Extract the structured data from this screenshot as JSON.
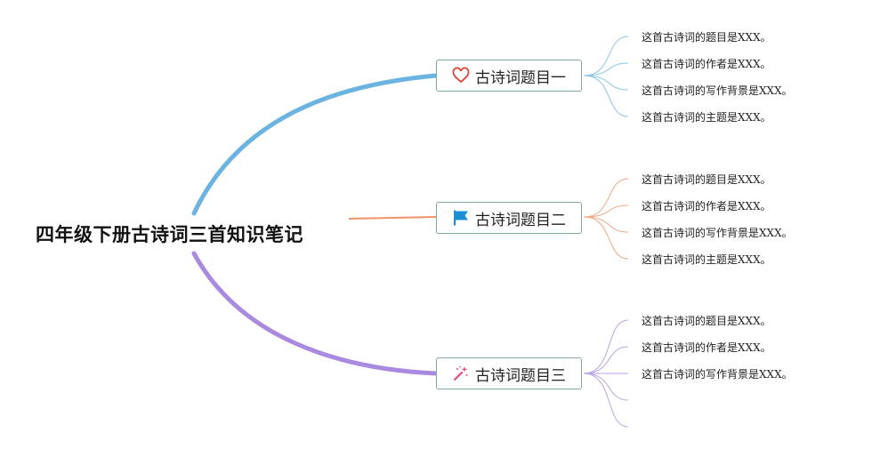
{
  "root": {
    "title": "四年级下册古诗词三首知识笔记"
  },
  "branches": [
    {
      "label": "古诗词题目一",
      "icon": "heart-icon",
      "color": "#6bb3e0",
      "leaves": [
        "这首古诗词的题目是XXX。",
        "这首古诗词的作者是XXX。",
        "这首古诗词的写作背景是XXX。",
        "这首古诗词的主题是XXX。"
      ]
    },
    {
      "label": "古诗词题目二",
      "icon": "flag-icon",
      "color": "#f0936a",
      "leaves": [
        "这首古诗词的题目是XXX。",
        "这首古诗词的作者是XXX。",
        "这首古诗词的写作背景是XXX。",
        "这首古诗词的主题是XXX。"
      ]
    },
    {
      "label": "古诗词题目三",
      "icon": "magic-wand-icon",
      "color": "#a98ae0",
      "leaves": [
        "这首古诗词的题目是XXX。",
        "这首古诗词的作者是XXX。",
        "这首古诗词的写作背景是XXX。",
        "",
        ""
      ]
    }
  ]
}
